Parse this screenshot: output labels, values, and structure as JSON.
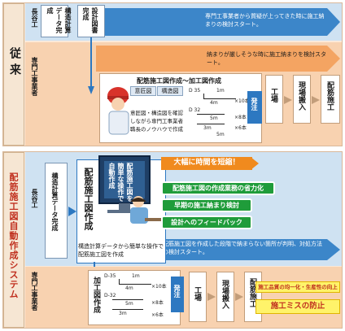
{
  "conventional": {
    "section_label": "従来",
    "row_general": "長谷工",
    "row_sub": "専門工事業者",
    "step_struct": "構造計算データ完成",
    "step_design": "設計図書完成",
    "note_top": "専門工事業者から質疑が上ってきた時に施工納まりの検討スタート。",
    "note_bottom": "納まりが厳しそうな時に施工納まりを検討スタート。",
    "work_title": "配筋施工図作成〜加工図作成",
    "tab_design": "意匠図",
    "tab_struct": "構造図",
    "work_desc": "意匠図・構造図を確認しながら専門工事業者職長のノウハウで作成",
    "order": "発注",
    "factory": "工場",
    "delivery": "現場搬入",
    "construction": "配筋施工",
    "bars": [
      {
        "label": "D 35",
        "len1": "1m",
        "len2": "4m",
        "count": "×10本"
      },
      {
        "label": "D 32",
        "len1": "5m",
        "len2": "3m",
        "count": "×8本"
      },
      {
        "label": "",
        "len1": "5m",
        "len2": "",
        "count": "×6本"
      }
    ]
  },
  "automated": {
    "section_label": "配筋施工図自動作成システム",
    "row_general": "長谷工",
    "row_sub": "専門工事業者",
    "step_struct": "構造計算データ完成",
    "step_drawing": "配筋施工図作成",
    "caption": "構造計算データから簡単な操作で配筋施工図を作成",
    "monitor_text": "配筋施工図を簡単な操作で自動作成",
    "banner": "大幅に時間を短縮！",
    "benefits": [
      "配筋施工図の作成業務の省力化",
      "早期の施工納まり検討",
      "設計へのフィードバック"
    ],
    "note": "配筋施工図を作成した段階で納まらない箇所が判明、対処方法の検討スタート。",
    "work_title": "加工図作成",
    "order": "発注",
    "factory": "工場",
    "delivery": "現場搬入",
    "construction": "配筋施工",
    "bars": [
      {
        "label": "D-35",
        "len1": "1m",
        "len2": "4m",
        "count": "×10本"
      },
      {
        "label": "D-32",
        "len1": "5m",
        "len2": "3m",
        "count": "×8本"
      },
      {
        "label": "",
        "len1": "",
        "len2": "3m",
        "count": "×6本"
      }
    ],
    "results": [
      "施工品質の均一化・生産性の向上",
      "施工ミスの防止"
    ]
  },
  "colors": {
    "blue": "#2d78c1",
    "orange": "#f08a1e",
    "green": "#1f9c3a",
    "red": "#c0301f",
    "yellow": "#fff36a"
  }
}
